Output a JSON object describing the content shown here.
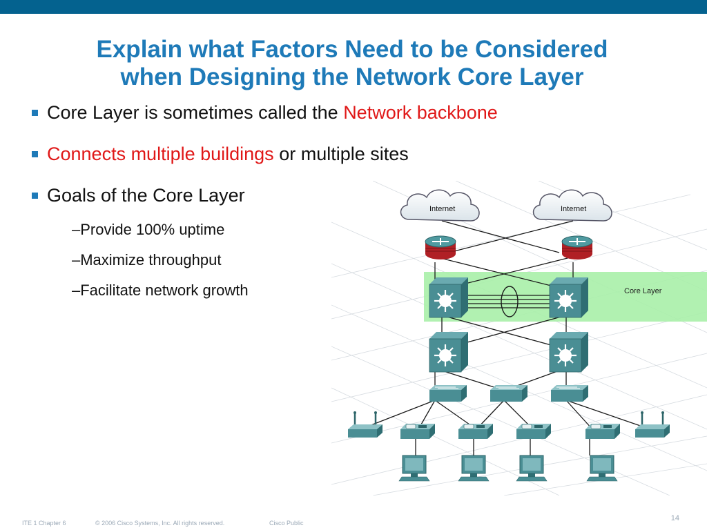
{
  "slide": {
    "title_line1": "Explain what Factors Need to be Considered",
    "title_line2": "when Designing the Network Core Layer",
    "bullets": [
      {
        "pre": "Core Layer is sometimes called the ",
        "highlight": "Network backbone",
        "post": ""
      },
      {
        "pre": "",
        "highlight": "Connects multiple buildings",
        "post": " or multiple sites"
      },
      {
        "pre": "Goals of the Core Layer",
        "highlight": "",
        "post": ""
      }
    ],
    "sub_bullets": [
      "–Provide 100% uptime",
      "–Maximize throughput",
      "–Facilitate network growth"
    ]
  },
  "diagram": {
    "cloud_left": "Internet",
    "cloud_right": "Internet",
    "core_label": "Core Layer"
  },
  "footer": {
    "chapter": "ITE 1 Chapter 6",
    "copyright": "© 2006 Cisco Systems, Inc. All rights reserved.",
    "classification": "Cisco Public",
    "page": "14"
  },
  "colors": {
    "top_bar": "#04628f",
    "title": "#1e7ab8",
    "highlight": "#e01818",
    "core_band": "#a8f0a8",
    "device": "#3e8a8f"
  }
}
